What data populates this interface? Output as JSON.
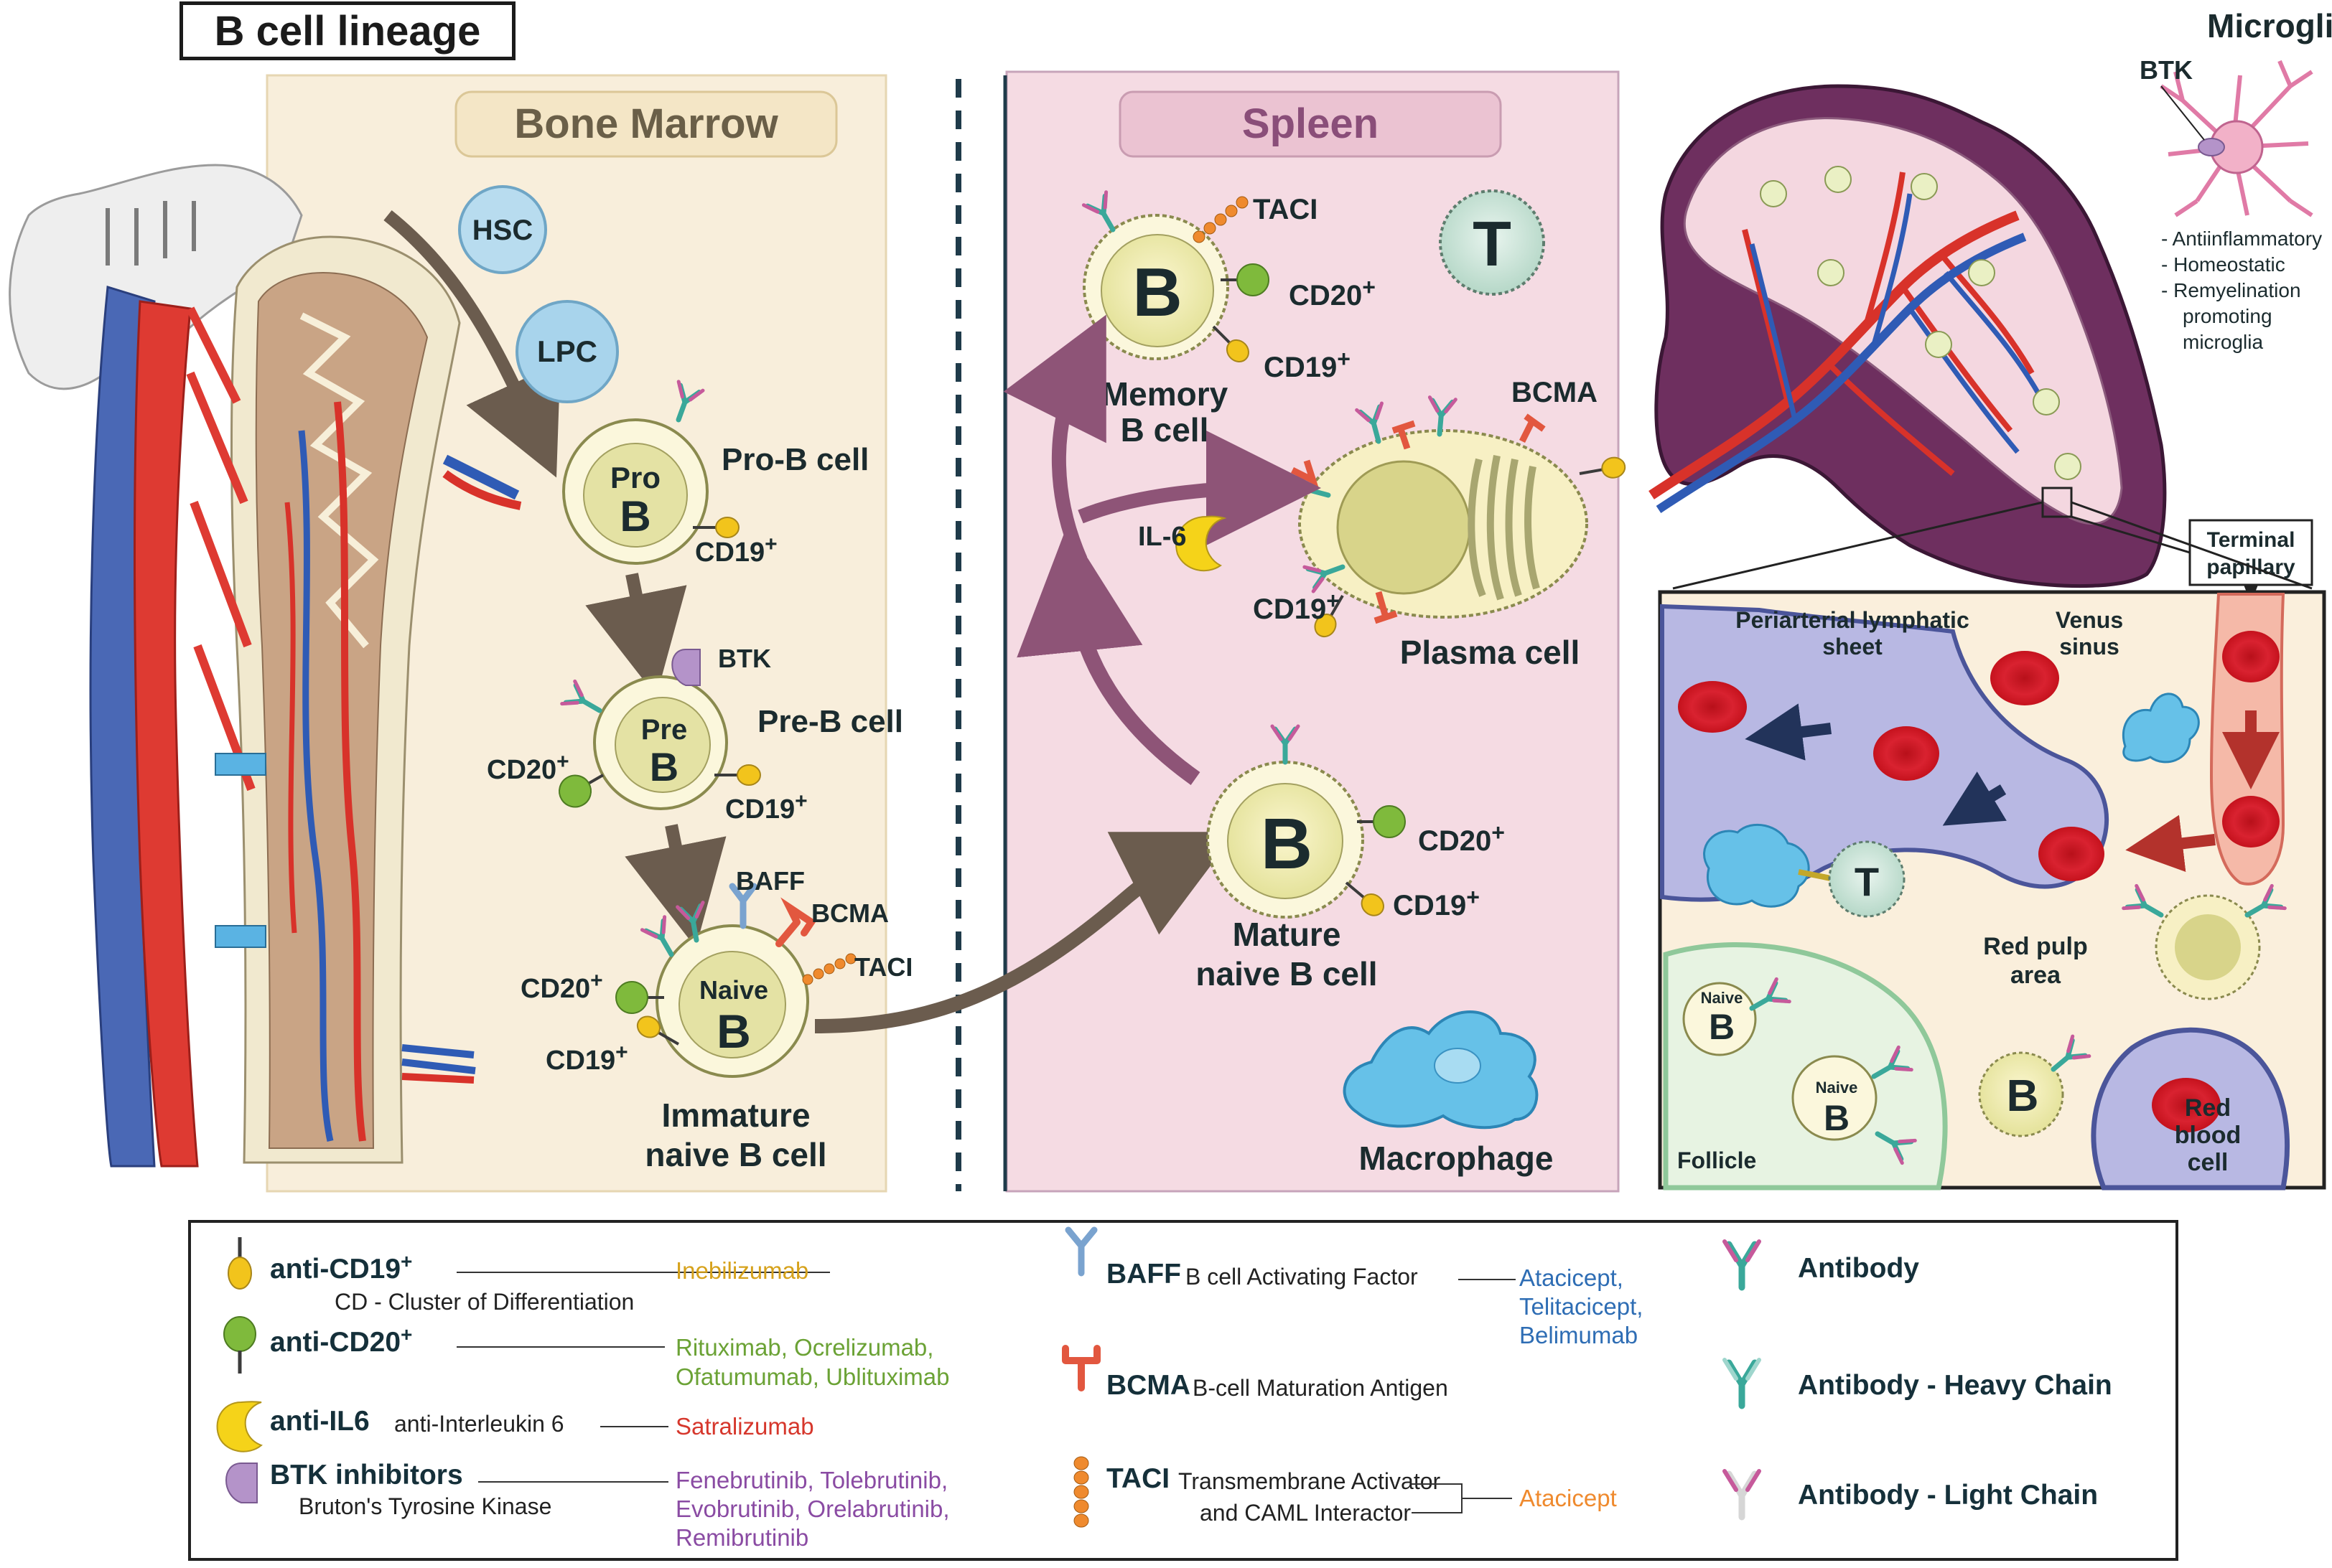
{
  "title": "B cell lineage",
  "regions": {
    "bone_marrow": "Bone Marrow",
    "spleen": "Spleen"
  },
  "cells": {
    "hsc": "HSC",
    "lpc": "LPC",
    "pro_b_inner": "Pro",
    "pre_b_inner": "Pre",
    "naive_inner": "Naive",
    "b_letter": "B",
    "t_letter": "T",
    "pro_b_label": "Pro-B cell",
    "pre_b_label": "Pre-B cell",
    "immature_label_1": "Immature",
    "immature_label_2": "naive B cell",
    "memory_label_1": "Memory",
    "memory_label_2": "B cell",
    "mature_label_1": "Mature",
    "mature_label_2": "naive B cell",
    "plasma_label": "Plasma cell",
    "macrophage_label": "Macrophage"
  },
  "markers": {
    "cd19": "CD19",
    "cd20": "CD20",
    "plus": "+",
    "btk": "BTK",
    "baff": "BAFF",
    "bcma": "BCMA",
    "taci": "TACI",
    "il6": "IL-6"
  },
  "microglia": {
    "title": "Microglia",
    "btk": "BTK",
    "items": [
      "- Antiinflammatory",
      "- Homeostatic",
      "- Remyelination",
      "promoting",
      "microglia"
    ]
  },
  "inset": {
    "terminal_1": "Terminal",
    "terminal_2": "papillary",
    "pals_1": "Periarterial lymphatic",
    "pals_2": "sheet",
    "venus_1": "Venus",
    "venus_2": "sinus",
    "red_pulp_1": "Red pulp",
    "red_pulp_2": "area",
    "rbc_1": "Red",
    "rbc_2": "blood",
    "rbc_3": "cell",
    "follicle": "Follicle",
    "naive": "Naive",
    "b": "B",
    "t": "T"
  },
  "legend": {
    "cd19_head": "anti-CD19",
    "cd19_plus": "+",
    "cd19_sub": "CD - Cluster of Differentiation",
    "cd19_drug": "Inebilizumab",
    "cd20_head": "anti-CD20",
    "cd20_plus": "+",
    "cd20_drug_1": "Rituximab, Ocrelizumab,",
    "cd20_drug_2": "Ofatumumab, Ublituximab",
    "il6_head": "anti-IL6",
    "il6_sub": "anti-Interleukin 6",
    "il6_drug": "Satralizumab",
    "btk_head": "BTK inhibitors",
    "btk_sub": "Bruton's Tyrosine Kinase",
    "btk_drug_1": "Fenebrutinib, Tolebrutinib,",
    "btk_drug_2": "Evobrutinib, Orelabrutinib,",
    "btk_drug_3": "Remibrutinib",
    "baff_head": "BAFF",
    "baff_sub": "B cell Activating Factor",
    "baff_drug_1": "Atacicept,",
    "baff_drug_2": "Telitacicept,",
    "baff_drug_3": "Belimumab",
    "bcma_head": "BCMA",
    "bcma_sub": "B-cell Maturation Antigen",
    "taci_head": "TACI",
    "taci_sub_1": "Transmembrane Activator",
    "taci_sub_2": "and CAML Interactor",
    "taci_drug": "Atacicept",
    "ab": "Antibody",
    "ab_heavy": "Antibody - Heavy Chain",
    "ab_light": "Antibody - Light Chain"
  },
  "colors": {
    "bone_marrow_bg": "#f8eedb",
    "spleen_bg": "#f5dbe3",
    "cd19": "#f2c41c",
    "cd20": "#7fba3c",
    "il6": "#f5d319",
    "btk": "#b493c9",
    "baff": "#7aa3cf",
    "bcma": "#e2573f",
    "taci": "#ef8a2e",
    "antibody_green": "#3aa89a",
    "antibody_pink": "#c65a9b",
    "drug_cd19": "#d6a21c",
    "drug_cd20": "#6ba235",
    "drug_il6": "#d6372c",
    "drug_btk": "#8a4ba3",
    "drug_baff": "#2e6db4",
    "drug_taci": "#ef8a2e"
  }
}
